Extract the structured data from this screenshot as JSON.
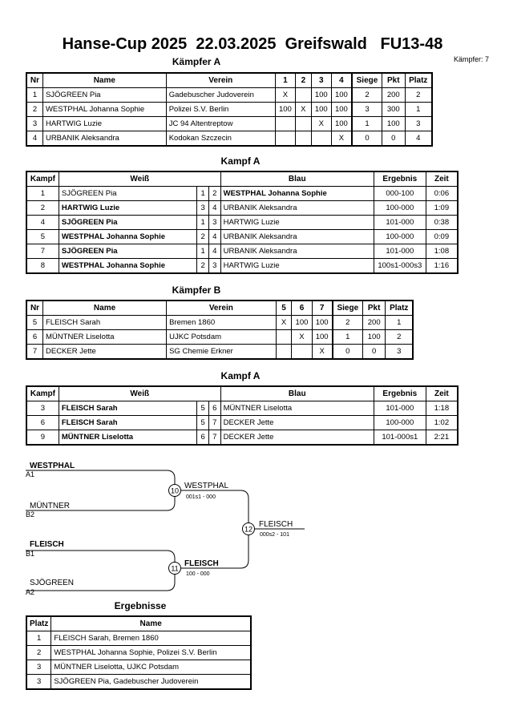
{
  "header": {
    "title": "Hanse-Cup 2025  22.03.2025  Greifswald   FU13-48",
    "kaempfer_count": "Kämpfer: 7"
  },
  "pool_a": {
    "heading": "Kämpfer A",
    "columns": [
      "Nr",
      "Name",
      "Verein",
      "1",
      "2",
      "3",
      "4",
      "Siege",
      "Pkt",
      "Platz"
    ],
    "rows": [
      [
        "1",
        "SJÖGREEN Pia",
        "Gadebuscher Judoverein",
        "X",
        "",
        "100",
        "100",
        "2",
        "200",
        "2"
      ],
      [
        "2",
        "WESTPHAL Johanna Sophie",
        "Polizei S.V. Berlin",
        "100",
        "X",
        "100",
        "100",
        "3",
        "300",
        "1"
      ],
      [
        "3",
        "HARTWIG Luzie",
        "JC 94 Altentreptow",
        "",
        "",
        "X",
        "100",
        "1",
        "100",
        "3"
      ],
      [
        "4",
        "URBANIK Aleksandra",
        "Kodokan Szczecin",
        "",
        "",
        "",
        "X",
        "0",
        "0",
        "4"
      ]
    ]
  },
  "fights_a": {
    "heading": "Kampf A",
    "columns": [
      "Kampf",
      "Weiß",
      "",
      "",
      "Blau",
      "Ergebnis",
      "Zeit"
    ],
    "rows": [
      {
        "nr": "1",
        "weiss": "SJÖGREEN Pia",
        "w": "1",
        "b": "2",
        "blau": "WESTPHAL Johanna Sophie",
        "erg": "000-100",
        "zeit": "0:06",
        "winner": "blau"
      },
      {
        "nr": "2",
        "weiss": "HARTWIG Luzie",
        "w": "3",
        "b": "4",
        "blau": "URBANIK Aleksandra",
        "erg": "100-000",
        "zeit": "1:09",
        "winner": "weiss"
      },
      {
        "nr": "4",
        "weiss": "SJÖGREEN Pia",
        "w": "1",
        "b": "3",
        "blau": "HARTWIG Luzie",
        "erg": "101-000",
        "zeit": "0:38",
        "winner": "weiss"
      },
      {
        "nr": "5",
        "weiss": "WESTPHAL Johanna Sophie",
        "w": "2",
        "b": "4",
        "blau": "URBANIK Aleksandra",
        "erg": "100-000",
        "zeit": "0:09",
        "winner": "weiss"
      },
      {
        "nr": "7",
        "weiss": "SJÖGREEN Pia",
        "w": "1",
        "b": "4",
        "blau": "URBANIK Aleksandra",
        "erg": "101-000",
        "zeit": "1:08",
        "winner": "weiss"
      },
      {
        "nr": "8",
        "weiss": "WESTPHAL Johanna Sophie",
        "w": "2",
        "b": "3",
        "blau": "HARTWIG Luzie",
        "erg": "100s1-000s3",
        "zeit": "1:16",
        "winner": "weiss"
      }
    ]
  },
  "pool_b": {
    "heading": "Kämpfer B",
    "columns": [
      "Nr",
      "Name",
      "Verein",
      "5",
      "6",
      "7",
      "Siege",
      "Pkt",
      "Platz"
    ],
    "rows": [
      [
        "5",
        "FLEISCH Sarah",
        "Bremen 1860",
        "X",
        "100",
        "100",
        "2",
        "200",
        "1"
      ],
      [
        "6",
        "MÜNTNER Liselotta",
        "UJKC Potsdam",
        "",
        "X",
        "100",
        "1",
        "100",
        "2"
      ],
      [
        "7",
        "DECKER Jette",
        "SG Chemie Erkner",
        "",
        "",
        "X",
        "0",
        "0",
        "3"
      ]
    ]
  },
  "fights_b": {
    "heading": "Kampf A",
    "columns": [
      "Kampf",
      "Weiß",
      "",
      "",
      "Blau",
      "Ergebnis",
      "Zeit"
    ],
    "rows": [
      {
        "nr": "3",
        "weiss": "FLEISCH Sarah",
        "w": "5",
        "b": "6",
        "blau": "MÜNTNER Liselotta",
        "erg": "101-000",
        "zeit": "1:18",
        "winner": "weiss"
      },
      {
        "nr": "6",
        "weiss": "FLEISCH Sarah",
        "w": "5",
        "b": "7",
        "blau": "DECKER Jette",
        "erg": "100-000",
        "zeit": "1:02",
        "winner": "weiss"
      },
      {
        "nr": "9",
        "weiss": "MÜNTNER Liselotta",
        "w": "6",
        "b": "7",
        "blau": "DECKER Jette",
        "erg": "101-000s1",
        "zeit": "2:21",
        "winner": "weiss"
      }
    ]
  },
  "bracket": {
    "sf1_top_name": "WESTPHAL",
    "sf1_top_seed": "A1",
    "sf1_bot_name": "MÜNTNER",
    "sf1_bot_seed": "B2",
    "sf1_num": "10",
    "sf1_winner": "WESTPHAL",
    "sf1_score": "001s1 - 000",
    "sf2_top_name": "FLEISCH",
    "sf2_top_seed": "B1",
    "sf2_bot_name": "SJÖGREEN",
    "sf2_bot_seed": "A2",
    "sf2_num": "11",
    "sf2_winner": "FLEISCH",
    "sf2_score": "100 - 000",
    "final_num": "12",
    "final_winner": "FLEISCH",
    "final_score": "000s2 - 101"
  },
  "results": {
    "heading": "Ergebnisse",
    "columns": [
      "Platz",
      "Name"
    ],
    "rows": [
      [
        "1",
        "FLEISCH Sarah, Bremen 1860"
      ],
      [
        "2",
        "WESTPHAL Johanna Sophie, Polizei S.V. Berlin"
      ],
      [
        "3",
        "MÜNTNER Liselotta, UJKC Potsdam"
      ],
      [
        "3",
        "SJÖGREEN Pia, Gadebuscher Judoverein"
      ]
    ]
  }
}
